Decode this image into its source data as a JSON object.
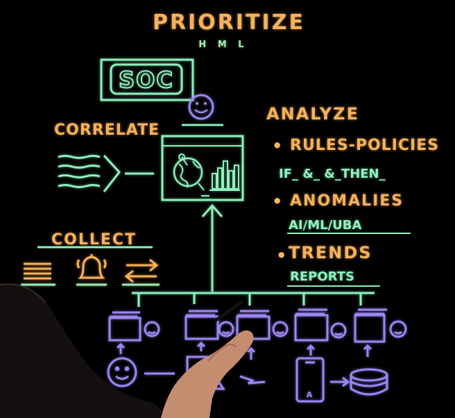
{
  "colors": {
    "background": "#000000",
    "orange": "#f7b15a",
    "mint": "#8df2bd",
    "purple": "#9b86f5"
  },
  "title": {
    "main": "PRIORITIZE",
    "sub": "H M L"
  },
  "soc_label": "SOC",
  "correlate_label": "CORRELATE",
  "collect_label": "COLLECT",
  "analyze": {
    "heading": "ANALYZE",
    "items": [
      {
        "bullet": "•",
        "label": "RULES-POLICIES",
        "detail": "IF_ &_ &_THEN_"
      },
      {
        "bullet": "•",
        "label": "ANOMALIES",
        "detail": "AI/ML/UBA"
      },
      {
        "bullet": "•",
        "label": "TRENDS",
        "detail": "REPORTS"
      }
    ]
  },
  "device_labels": {
    "phone": "A"
  },
  "icons": [
    "smiley-icon",
    "monitor-icon",
    "globe-icon",
    "bar-chart-icon",
    "log-lines-icon",
    "alarm-bell-icon",
    "transfer-arrows-icon",
    "folder-stack-icon",
    "laptop-icon",
    "phone-icon",
    "database-icon"
  ]
}
